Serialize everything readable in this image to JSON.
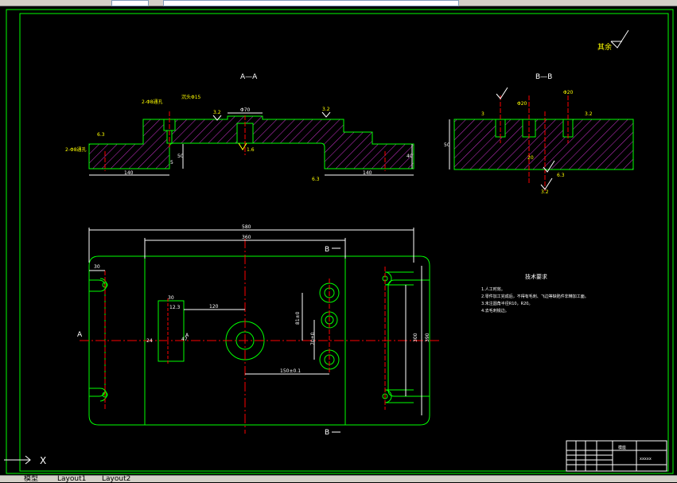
{
  "section_aa_label": "A—A",
  "section_bb_label": "B—B",
  "roughness_symbol": "其余",
  "dims_top": {
    "d1": "2-Φ8通孔",
    "d2": "沉头Φ15",
    "d3": "3.2",
    "d4": "Φ70",
    "d5": "3.2",
    "d6": "6.3",
    "d7": "2-Φ8通孔",
    "d8": "140",
    "d9": "140",
    "d10": "50",
    "d11": "40",
    "d12": "6.3",
    "d13": "5",
    "d14": "1.6"
  },
  "dims_bb": {
    "d1": "Φ20",
    "d2": "3",
    "d3": "50",
    "d4": "3.2",
    "d5": "Φ20",
    "d6": "6.3",
    "d7": "20",
    "d8": "3.2"
  },
  "dims_plan": {
    "total_width": "580",
    "inner_width": "360",
    "r30": "30",
    "d120": "120",
    "d30": "30",
    "d12": "12.3",
    "d150": "150±0.1",
    "d81": "81±0",
    "d70": "70±0",
    "h300": "300",
    "h390": "390",
    "d24": "24",
    "d47": "47",
    "section_b_top": "B",
    "section_b_bottom": "B",
    "section_a_left": "A",
    "section_a_right": "A"
  },
  "tech_req": {
    "title": "技术要求",
    "items": [
      "1.人工时效。",
      "2.零件加工完成后，不得有毛刺、飞边等缺陷件非精加工面。",
      "3.未注圆角半径R10，R20。",
      "4.去毛刺锐边。"
    ]
  },
  "title_block": {
    "name": "模座",
    "drawing_no": "xxxxx"
  },
  "tabs": [
    "模型",
    "Layout1",
    "Layout2"
  ],
  "colors": {
    "background": "#000000",
    "border": "#00ff00",
    "outline": "#00ff00",
    "hatch": "#ff00ff",
    "centerline": "#ff0000",
    "dimension": "#ffffff",
    "annotation": "#ffff00"
  }
}
